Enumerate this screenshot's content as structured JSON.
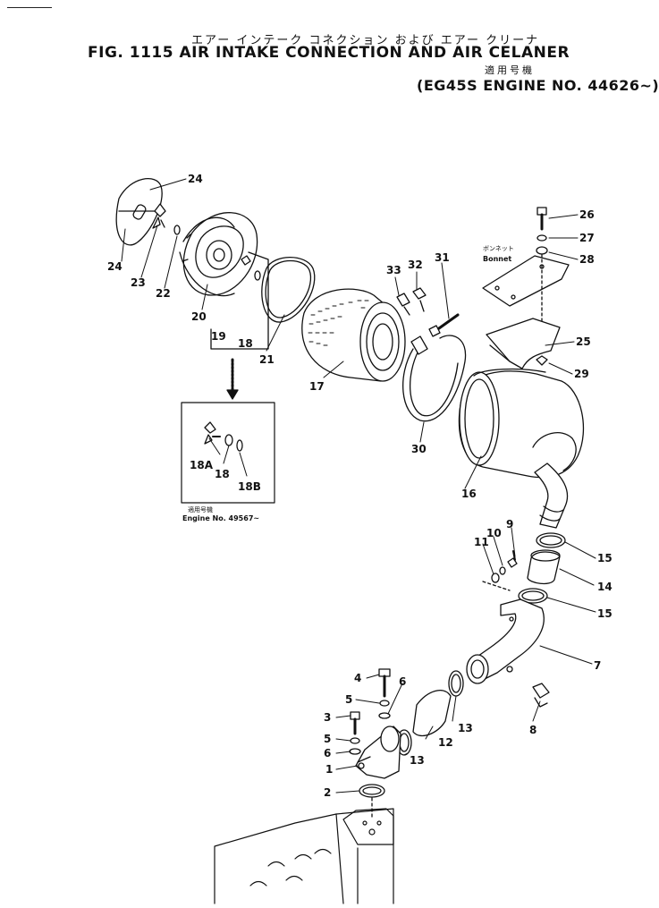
{
  "header": {
    "title_jp": "エアー インテーク コネクション および エアー クリーナ",
    "fig_title": "FIG. 1115  AIR INTAKE CONNECTION AND AIR CELANER",
    "serial_jp": "適用号機",
    "serial": "(EG45S  ENGINE  NO. 44626~)"
  },
  "bonnet_label_jp": "ボンネット",
  "bonnet_label": "Bonnet",
  "inset": {
    "serial_jp": "適用号機",
    "serial": "Engine  No. 49567~"
  },
  "callouts": [
    "24",
    "24",
    "23",
    "22",
    "20",
    "19",
    "18",
    "21",
    "17",
    "33",
    "32",
    "31",
    "26",
    "27",
    "28",
    "25",
    "29",
    "30",
    "16",
    "18A",
    "18",
    "18B",
    "9",
    "10",
    "11",
    "15",
    "14",
    "15",
    "7",
    "4",
    "5",
    "3",
    "5",
    "6",
    "6",
    "1",
    "2",
    "12",
    "13",
    "13",
    "8"
  ],
  "colors": {
    "ink": "#111111",
    "paper": "#ffffff"
  }
}
